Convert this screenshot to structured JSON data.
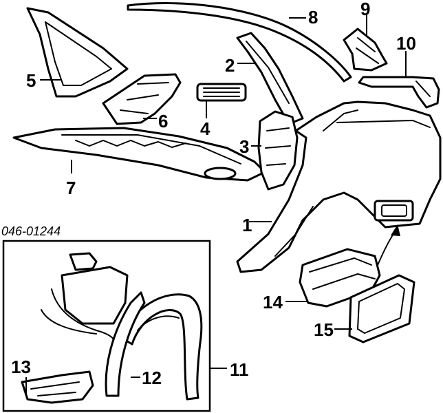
{
  "diagram": {
    "reference_code": "046-01244",
    "callouts": [
      "1",
      "2",
      "3",
      "4",
      "5",
      "6",
      "7",
      "8",
      "9",
      "10",
      "11",
      "12",
      "13",
      "14",
      "15"
    ]
  }
}
